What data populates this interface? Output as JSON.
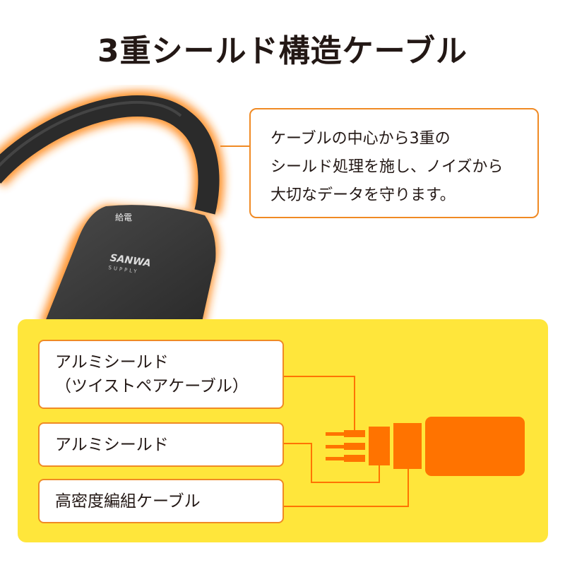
{
  "title": "3重シールド構造ケーブル",
  "photo": {
    "product_label": "給電",
    "brand_line1": "SANWA",
    "brand_line2": "SUPPLY"
  },
  "callout": {
    "lines": [
      "ケーブルの中心から3重の",
      "シールド処理を施し、ノイズから",
      "大切なデータを守ります。"
    ]
  },
  "layers": [
    {
      "line1": "アルミシールド",
      "line2": "（ツイストペアケーブル）"
    },
    {
      "line1": "アルミシールド"
    },
    {
      "line1": "高密度編組ケーブル"
    }
  ],
  "colors": {
    "accent_orange": "#f08a24",
    "diagram_orange": "#ff7300",
    "panel_yellow": "#ffe63b",
    "text": "#231815"
  }
}
